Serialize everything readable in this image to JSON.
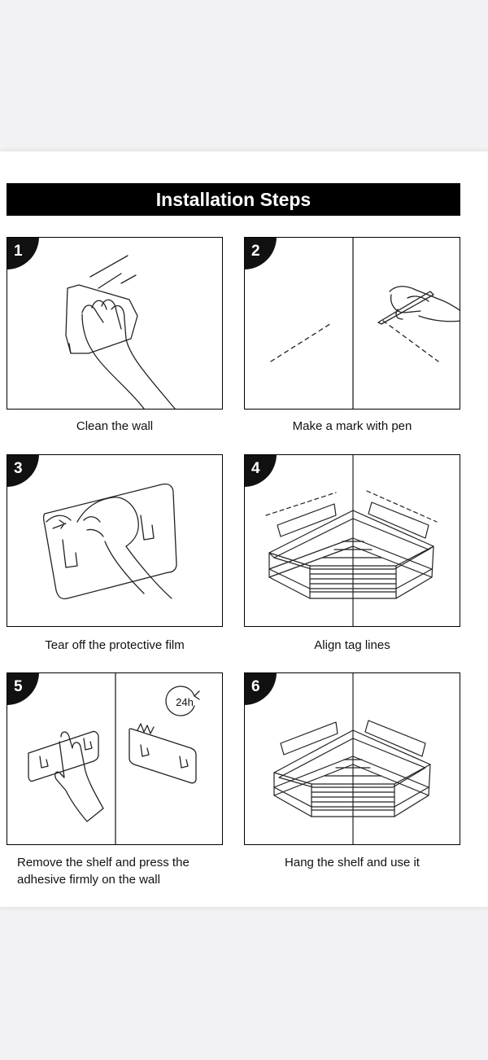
{
  "header": {
    "title": "Installation Steps"
  },
  "steps": [
    {
      "number": "1",
      "caption": "Clean the wall"
    },
    {
      "number": "2",
      "caption": "Make a mark with pen"
    },
    {
      "number": "3",
      "caption": "Tear off the protective film"
    },
    {
      "number": "4",
      "caption": "Align tag lines"
    },
    {
      "number": "5",
      "caption_line1": "Remove the shelf and press the",
      "caption_line2": "adhesive firmly on the wall",
      "timer_label": "24h"
    },
    {
      "number": "6",
      "caption": "Hang the shelf and use it"
    }
  ]
}
